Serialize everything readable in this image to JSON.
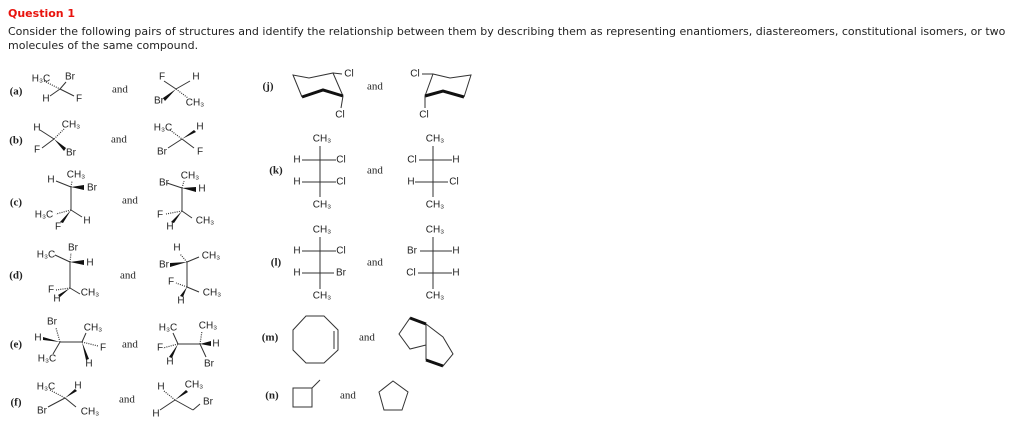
{
  "question": {
    "title": "Question 1",
    "text": "Consider the following pairs of structures and identify the relationship between them by describing them as representing enantiomers, diastereomers, constitutional isomers, or two molecules of the same compound."
  },
  "and_label": "and",
  "parts": {
    "a": {
      "label": "(a)",
      "left": [
        "H₃C",
        "Br",
        "H",
        "F"
      ],
      "right": [
        "F",
        "H",
        "Br",
        "CH₃"
      ]
    },
    "b": {
      "label": "(b)",
      "left": [
        "H",
        "CH₃",
        "F",
        "Br"
      ],
      "right": [
        "H₃C",
        "H",
        "Br",
        "F"
      ]
    },
    "c": {
      "label": "(c)",
      "left": [
        "H",
        "CH₃",
        "Br",
        "H₃C",
        "H",
        "F"
      ],
      "right": [
        "Br",
        "CH₃",
        "H",
        "F",
        "CH₃",
        "H"
      ]
    },
    "d": {
      "label": "(d)",
      "left": [
        "H₃C",
        "Br",
        "H",
        "F",
        "CH₃",
        "H"
      ],
      "right": [
        "H",
        "CH₃",
        "Br",
        "F",
        "CH₃",
        "H"
      ]
    },
    "e": {
      "label": "(e)",
      "left": [
        "Br",
        "H",
        "CH₃",
        "F",
        "H₃C",
        "H"
      ],
      "right": [
        "H₃C",
        "CH₃",
        "H",
        "F",
        "H",
        "Br"
      ]
    },
    "f": {
      "label": "(f)",
      "left": [
        "H₃C",
        "H",
        "Br",
        "CH₃"
      ],
      "right": [
        "H",
        "CH₃",
        "Br",
        "H"
      ]
    },
    "j": {
      "label": "(j)",
      "left": [
        "Cl",
        "Cl"
      ],
      "right": [
        "Cl",
        "Cl"
      ]
    },
    "k": {
      "label": "(k)",
      "left": [
        "CH₃",
        "H",
        "Cl",
        "H",
        "Cl",
        "CH₃"
      ],
      "right": [
        "CH₃",
        "Cl",
        "H",
        "H",
        "Cl",
        "CH₃"
      ]
    },
    "l": {
      "label": "(l)",
      "left": [
        "CH₃",
        "H",
        "Cl",
        "H",
        "Br",
        "CH₃"
      ],
      "right": [
        "CH₃",
        "Br",
        "H",
        "Cl",
        "H",
        "CH₃"
      ]
    },
    "m": {
      "label": "(m)"
    },
    "n": {
      "label": "(n)"
    }
  }
}
